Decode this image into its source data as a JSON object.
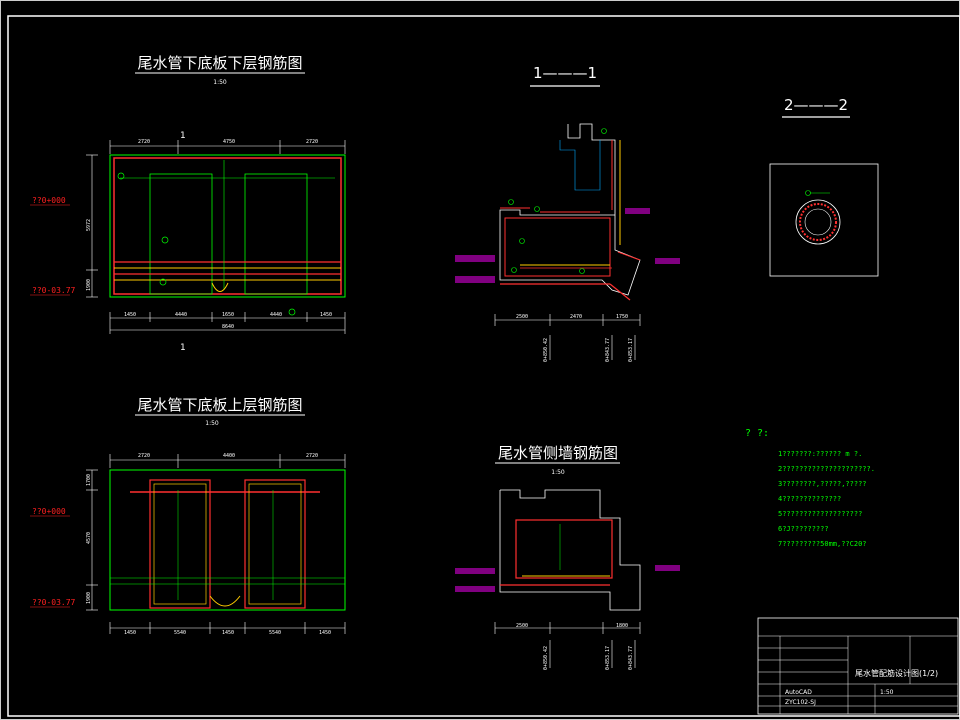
{
  "drawing": {
    "view1": {
      "title": "尾水管下底板下层钢筋图",
      "scale": "1:50",
      "section_mark": "1",
      "top_dims": [
        "2720",
        "4750",
        "2720"
      ],
      "bottom_dims": [
        "1450",
        "4440",
        "1650",
        "4440",
        "1450"
      ],
      "total_dim": "8640",
      "left_dims": [
        "5972",
        "1900"
      ],
      "elev_top": "??0+000",
      "elev_bottom": "??0-03.77"
    },
    "view2": {
      "title": "尾水管下底板上层钢筋图",
      "scale": "1:50",
      "top_dims": [
        "2720",
        "4400",
        "2720"
      ],
      "bottom_dims": [
        "1450",
        "5540",
        "1450",
        "5540",
        "1450"
      ],
      "left_dims": [
        "1700",
        "4570",
        "1900"
      ],
      "elev_top": "??0+000",
      "elev_bottom": "??0-03.77"
    },
    "view3": {
      "title": "1———1",
      "bottom_dims": [
        "2500",
        "2470",
        "1750"
      ],
      "elevs": [
        "0+850.42",
        "0+843.77",
        "0+853.17"
      ]
    },
    "view4": {
      "title": "2———2"
    },
    "view5": {
      "title": "尾水管侧墙钢筋图",
      "scale": "1:50",
      "bottom_dims": [
        "2500",
        "1800"
      ],
      "elevs": [
        "0+850.42",
        "0+853.17",
        "0+843.77"
      ]
    },
    "notes": {
      "heading": "? ?:",
      "lines": [
        "1???????:?????? m ?.",
        "2?????????????????????.",
        "3????????,?????,?????",
        "4??????????????",
        "5???????????????????",
        "6?J?????????",
        "7?????????50mm,??C20?"
      ]
    },
    "title_block": {
      "drawing_title": "尾水管配筋设计图(1/2)",
      "scale": "1:50",
      "software": "AutoCAD",
      "number": "ZYC102-SJ"
    }
  }
}
